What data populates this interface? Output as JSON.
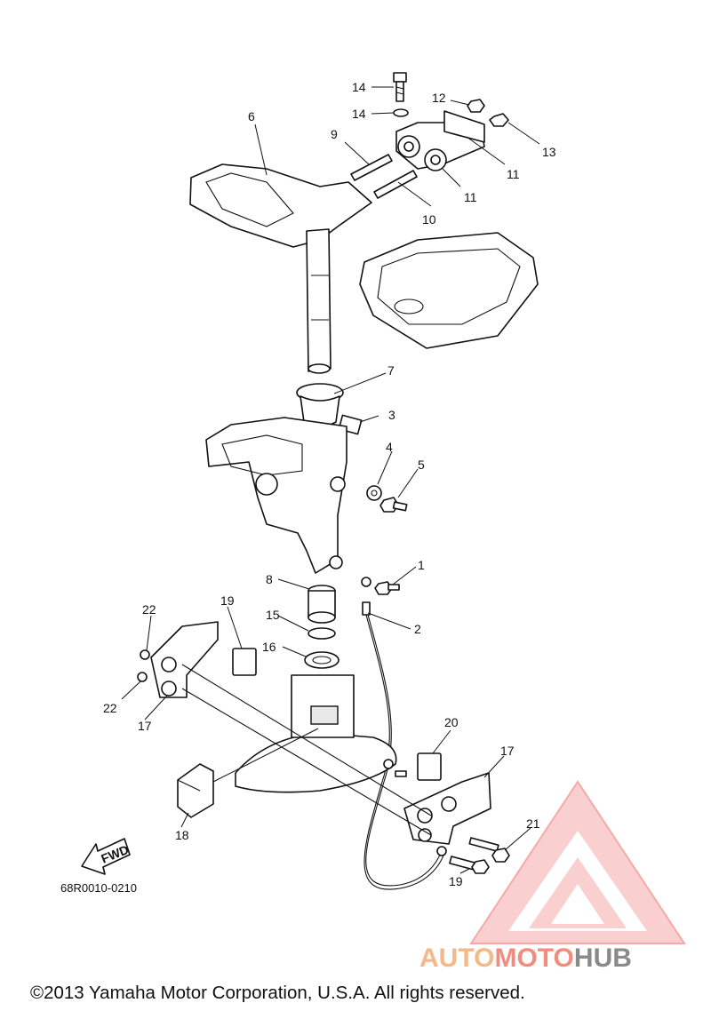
{
  "diagram": {
    "callouts": [
      {
        "id": "c1",
        "text": "1"
      },
      {
        "id": "c2",
        "text": "2"
      },
      {
        "id": "c3",
        "text": "3"
      },
      {
        "id": "c4",
        "text": "4"
      },
      {
        "id": "c5",
        "text": "5"
      },
      {
        "id": "c6",
        "text": "6"
      },
      {
        "id": "c7",
        "text": "7"
      },
      {
        "id": "c8",
        "text": "8"
      },
      {
        "id": "c9",
        "text": "9"
      },
      {
        "id": "c10",
        "text": "10"
      },
      {
        "id": "c11a",
        "text": "11"
      },
      {
        "id": "c11b",
        "text": "11"
      },
      {
        "id": "c12",
        "text": "12"
      },
      {
        "id": "c13",
        "text": "13"
      },
      {
        "id": "c14a",
        "text": "14"
      },
      {
        "id": "c14b",
        "text": "14"
      },
      {
        "id": "c15",
        "text": "15"
      },
      {
        "id": "c16",
        "text": "16"
      },
      {
        "id": "c17a",
        "text": "17"
      },
      {
        "id": "c17b",
        "text": "17"
      },
      {
        "id": "c18",
        "text": "18"
      },
      {
        "id": "c19a",
        "text": "19"
      },
      {
        "id": "c19b",
        "text": "19"
      },
      {
        "id": "c20",
        "text": "20"
      },
      {
        "id": "c21",
        "text": "21"
      },
      {
        "id": "c22a",
        "text": "22"
      },
      {
        "id": "c22b",
        "text": "22"
      }
    ],
    "fwd_label": "FWD",
    "drawing_code": "68R0010-0210",
    "copyright": "©2013 Yamaha Motor Corporation, U.S.A. All rights reserved."
  },
  "watermark": {
    "part1": "AUTO",
    "part2": "MOTO",
    "part3": "HUB",
    "color_auto": "#f3b98a",
    "color_moto": "#f08d7f",
    "color_hub": "#8a8a8a",
    "color_triangle": "#f07b7b"
  }
}
